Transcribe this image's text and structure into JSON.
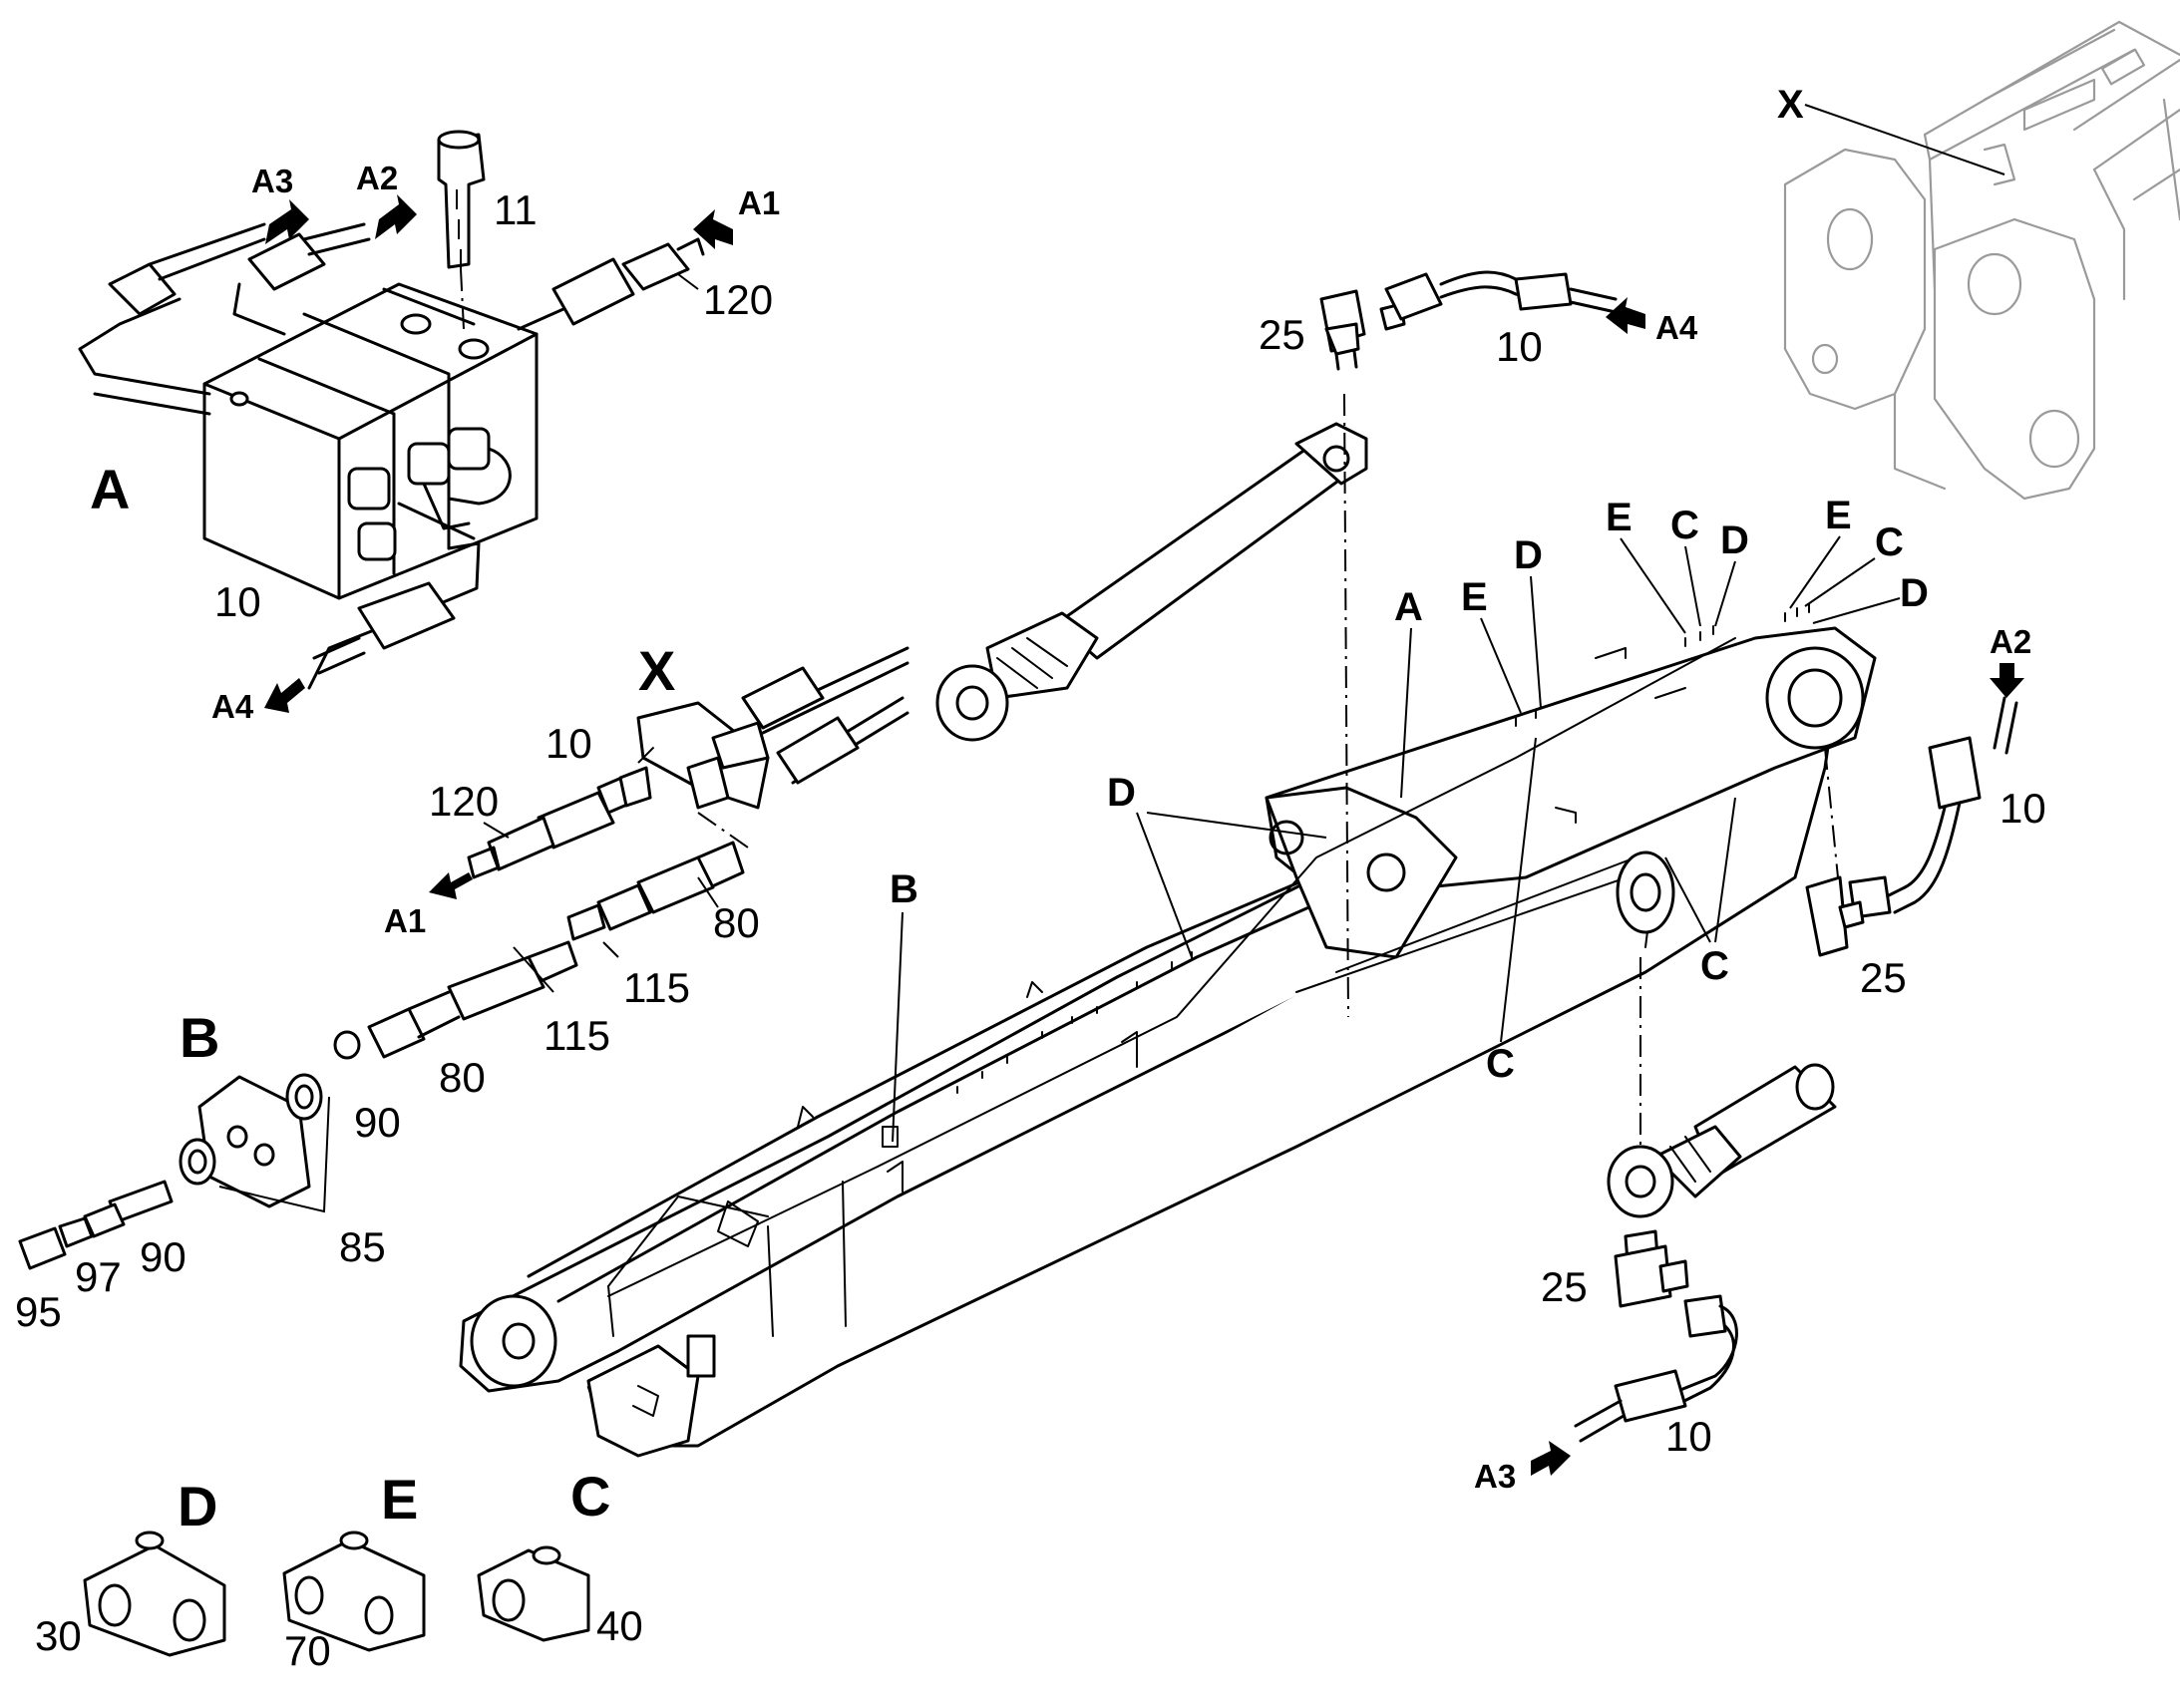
{
  "detail_A": {
    "title": "A",
    "block_num": "10",
    "screw_num": "11",
    "fitting_num": "120",
    "port_a1": "A1",
    "port_a2": "A2",
    "port_a3": "A3",
    "port_a4": "A4"
  },
  "detail_X": {
    "title": "X",
    "num_10": "10",
    "num_120": "120",
    "num_80_upper": "80",
    "num_115_upper": "115",
    "num_115_lower": "115",
    "num_80_lower": "80",
    "num_90_washer": "90",
    "port_a1": "A1"
  },
  "detail_B": {
    "title": "B",
    "num_85": "85",
    "num_90": "90",
    "num_97": "97",
    "num_95": "95"
  },
  "top_fitting": {
    "num_25": "25",
    "num_10": "10",
    "port": "A4"
  },
  "inset": {
    "label": "X"
  },
  "right_fitting": {
    "port": "A2",
    "num_10": "10",
    "num_25": "25"
  },
  "bottom_fitting": {
    "num_25": "25",
    "num_10": "10",
    "port": "A3"
  },
  "boom_callouts": {
    "a": "A",
    "b": "B",
    "d_left": "D",
    "c_left": "C",
    "c_right": "C",
    "e_mid": "E",
    "d_mid": "D",
    "e_top": "E",
    "c_top": "C",
    "d_top": "D",
    "e_end": "E",
    "c_end": "C",
    "d_end": "D"
  },
  "clamps": {
    "d": {
      "letter": "D",
      "num": "30"
    },
    "e": {
      "letter": "E",
      "num": "70"
    },
    "c": {
      "letter": "C",
      "num": "40"
    }
  }
}
